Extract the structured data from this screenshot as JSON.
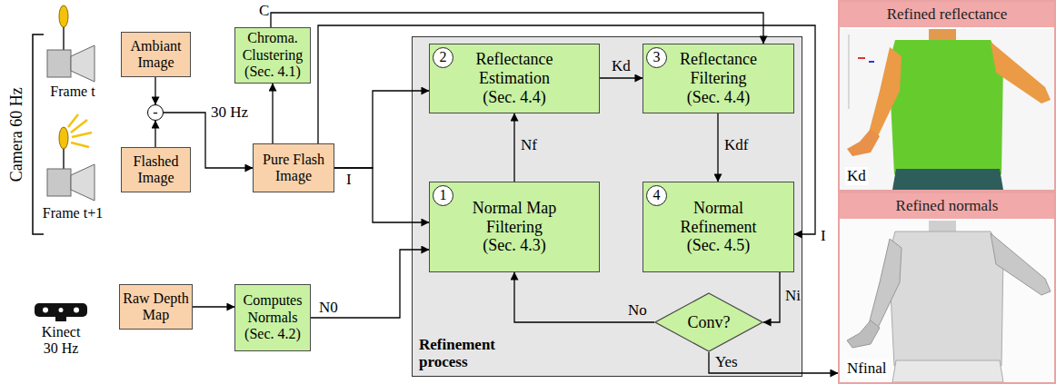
{
  "diagram": {
    "nodes": [
      {
        "text": [
          "Ambiant Image"
        ]
      },
      {
        "text": [
          "-"
        ]
      },
      {
        "text": [
          "Flashed Image"
        ]
      },
      {
        "text": [
          "Pure Flash Image"
        ]
      },
      {
        "text": [
          "Chroma. Clustering (Sec. 4.1)"
        ]
      },
      {
        "text": [
          "Raw Depth Map"
        ]
      },
      {
        "text": [
          "Computes Normals (Sec. 4.2)"
        ]
      },
      {
        "text": [
          "Refinement process"
        ]
      },
      {
        "text": [
          "2",
          "Reflectance Estimation (Sec. 4.4)"
        ],
        "in": 7
      },
      {
        "text": [
          "3",
          "Reflectance Filtering (Sec. 4.4)"
        ],
        "in": 7
      },
      {
        "text": [
          "1",
          "Normal Map Filtering (Sec. 4.3)"
        ],
        "in": 7
      },
      {
        "text": [
          "4",
          "Normal Refinement (Sec. 4.5)"
        ],
        "in": 7
      },
      {
        "text": [
          "Conv?"
        ],
        "in": 7
      },
      {
        "text": [
          "Refined reflectance",
          "Kd"
        ]
      },
      {
        "text": [
          "Refined normals",
          "Nfinal"
        ]
      }
    ],
    "edges": [
      {
        "from": 0,
        "to": 1,
        "arrow": "to"
      },
      {
        "from": 2,
        "to": 1,
        "arrow": "to"
      },
      {
        "from": 1,
        "to": 3,
        "label": "30 Hz",
        "arrow": "to"
      },
      {
        "from": 3,
        "to": 4,
        "arrow": "to"
      },
      {
        "from": 4,
        "to": 9,
        "label": "C",
        "arrow": "to"
      },
      {
        "from": 3,
        "to": 8,
        "label": "I",
        "arrow": "to"
      },
      {
        "from": 3,
        "to": 10,
        "arrow": "to"
      },
      {
        "from": 3,
        "to": 11,
        "label": "I",
        "arrow": "to"
      },
      {
        "from": 5,
        "to": 6,
        "arrow": "to"
      },
      {
        "from": 6,
        "to": 10,
        "label": "N0",
        "arrow": "to"
      },
      {
        "from": 10,
        "to": 8,
        "label": "Nf",
        "arrow": "to"
      },
      {
        "from": 8,
        "to": 9,
        "label": "Kd",
        "arrow": "to"
      },
      {
        "from": 9,
        "to": 11,
        "label": "Kdf",
        "arrow": "to"
      },
      {
        "from": 11,
        "to": 12,
        "label": "Ni",
        "arrow": "to"
      },
      {
        "from": 12,
        "to": 10,
        "label": "No",
        "arrow": "to"
      },
      {
        "from": 12,
        "to": 14,
        "label": "Yes",
        "arrow": "to"
      }
    ],
    "labels": [
      "Camera 60 Hz",
      "Frame t",
      "Frame t+1",
      "Kinect 30 Hz"
    ]
  }
}
